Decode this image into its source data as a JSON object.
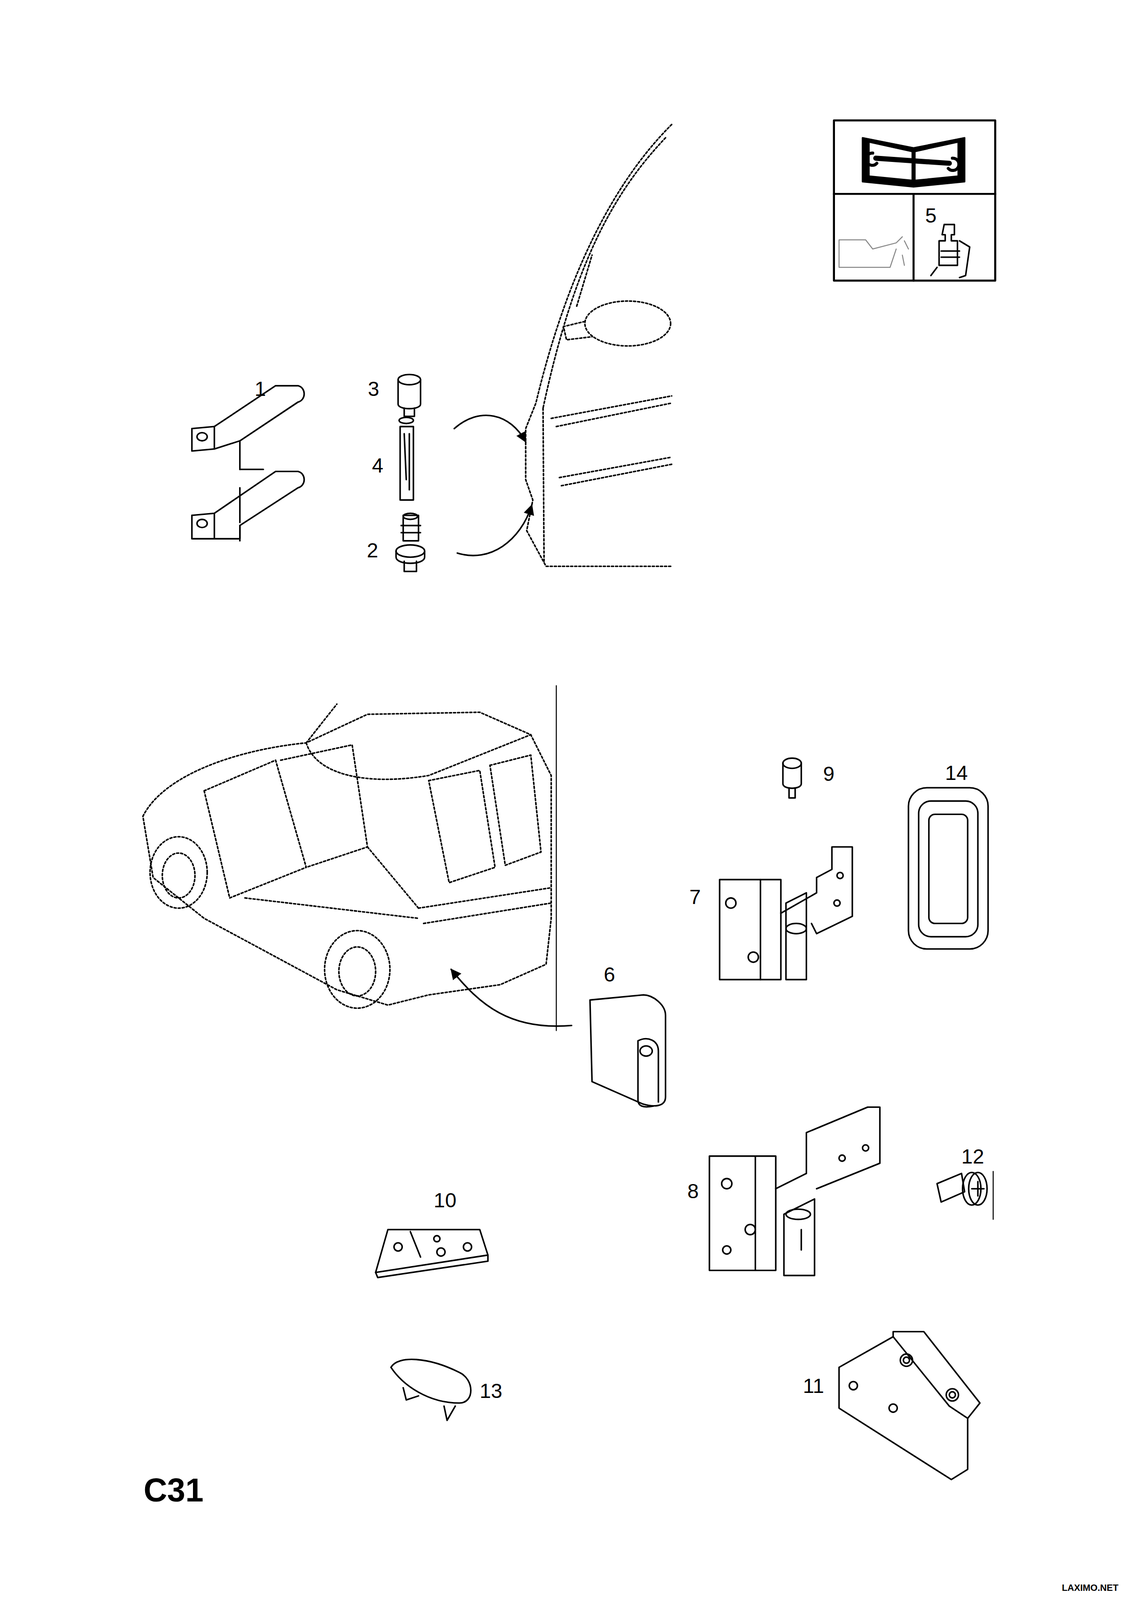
{
  "diagram": {
    "labels": [
      "5",
      "1",
      "3",
      "4",
      "2",
      "9",
      "14",
      "7",
      "6",
      "12",
      "10",
      "8",
      "13",
      "11",
      "C31",
      "LAXIMO.NET"
    ]
  }
}
